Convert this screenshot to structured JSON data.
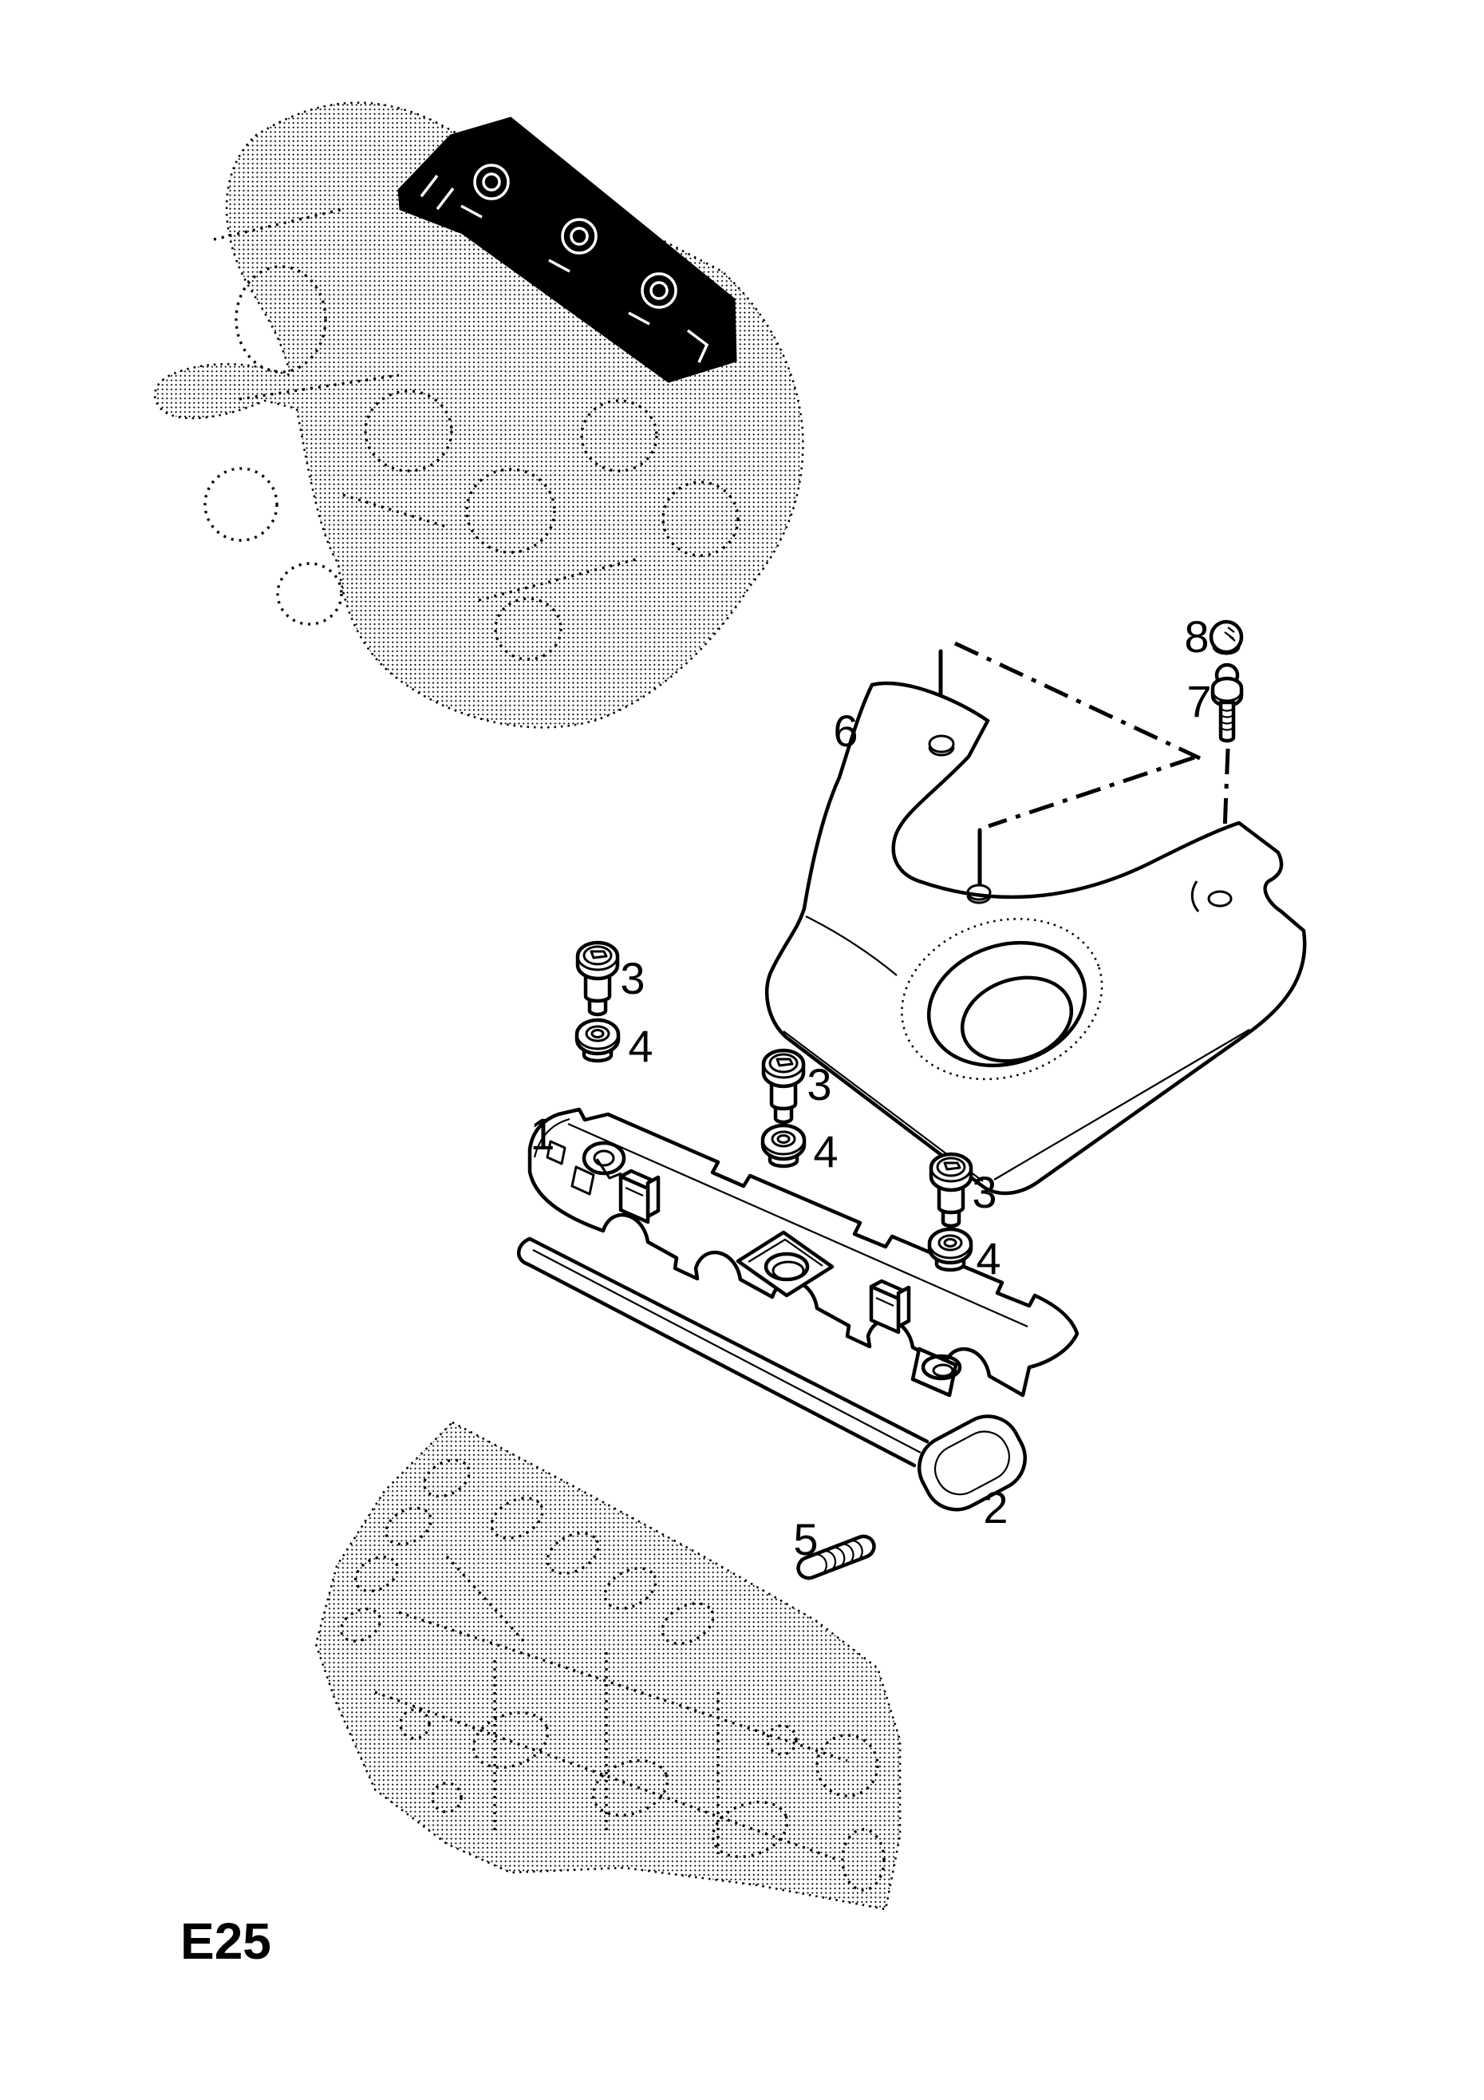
{
  "page": {
    "drawing_code": "E25",
    "paper_color": "#ffffff",
    "ink_color": "#000000"
  },
  "callouts": [
    "1",
    "2",
    "3",
    "4",
    "3",
    "4",
    "3",
    "4",
    "5",
    "6",
    "7",
    "8"
  ]
}
